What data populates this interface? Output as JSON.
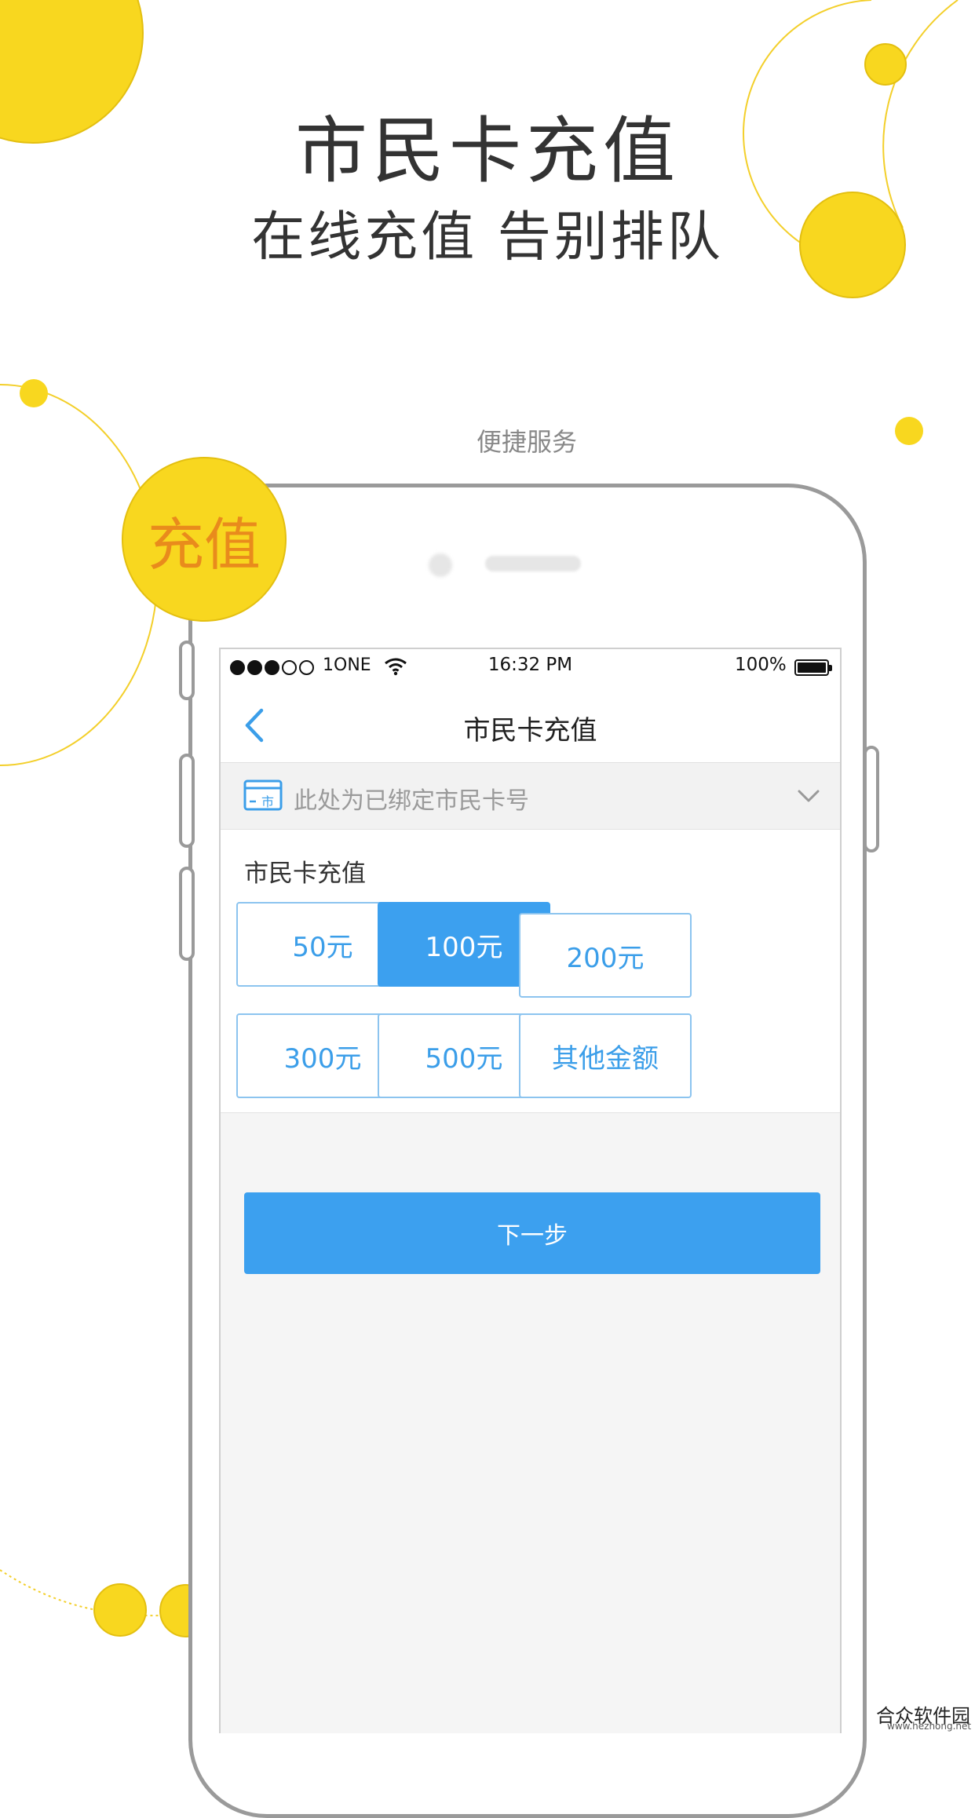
{
  "header": {
    "title": "市民卡充值",
    "subtitle": "在线充值 告别排队"
  },
  "section_label": "便捷服务",
  "badge": {
    "text": "充值"
  },
  "status_bar": {
    "carrier": "1ONE",
    "time": "16:32 PM",
    "battery": "100%"
  },
  "nav": {
    "title": "市民卡充值",
    "back_icon": "chevron-left-icon"
  },
  "card_selector": {
    "placeholder": "此处为已绑定市民卡号",
    "icon": "citizen-card-icon",
    "icon_text": "市",
    "dropdown_icon": "chevron-down-icon"
  },
  "amount_section": {
    "title": "市民卡充值",
    "options": [
      {
        "label": "50元",
        "selected": false
      },
      {
        "label": "100元",
        "selected": true
      },
      {
        "label": "200元",
        "selected": false
      },
      {
        "label": "300元",
        "selected": false
      },
      {
        "label": "500元",
        "selected": false
      },
      {
        "label": "其他金额",
        "selected": false
      }
    ]
  },
  "next_button": {
    "label": "下一步"
  },
  "watermark": {
    "name": "合众软件园",
    "url": "www.hezhong.net"
  },
  "colors": {
    "accent_blue": "#3ca0ef",
    "deco_yellow": "#f8d71f",
    "badge_text": "#e98b1c"
  }
}
